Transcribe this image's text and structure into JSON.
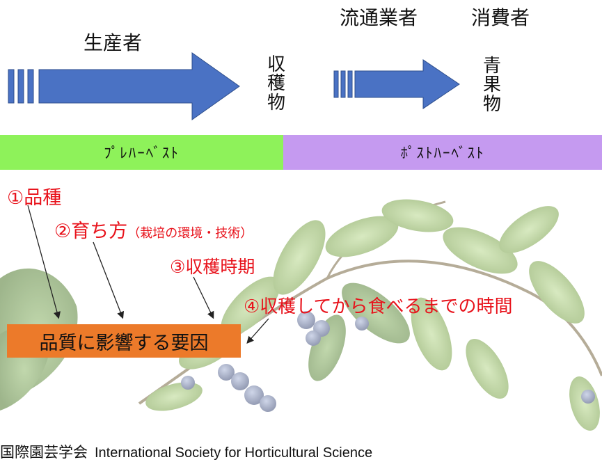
{
  "top": {
    "producer": "生産者",
    "distributor": "流通業者",
    "consumer": "消費者",
    "harvest_chars": [
      "収",
      "穫",
      "物"
    ],
    "produce_chars": [
      "青",
      "果",
      "物"
    ]
  },
  "phases": {
    "pre_harvest": "ﾌﾟﾚﾊｰﾍﾞｽﾄ",
    "post_harvest": "ﾎﾟｽﾄﾊｰﾍﾞｽﾄ"
  },
  "factors": {
    "f1": "①品種",
    "f2_main": "②育ち方",
    "f2_sub": "（栽培の環境・技術）",
    "f3": "③収穫時期",
    "f4": "④収穫してから食べるまでの時間"
  },
  "result": "品質に影響する要因",
  "footer": {
    "jp": "国際園芸学会",
    "en": "International Society for Horticultural Science"
  },
  "colors": {
    "arrow": "#4a72c4",
    "pre_band": "#8ef25a",
    "post_band": "#c59af0",
    "factor_text": "#e8121b",
    "result_box": "#ec7a2a"
  }
}
